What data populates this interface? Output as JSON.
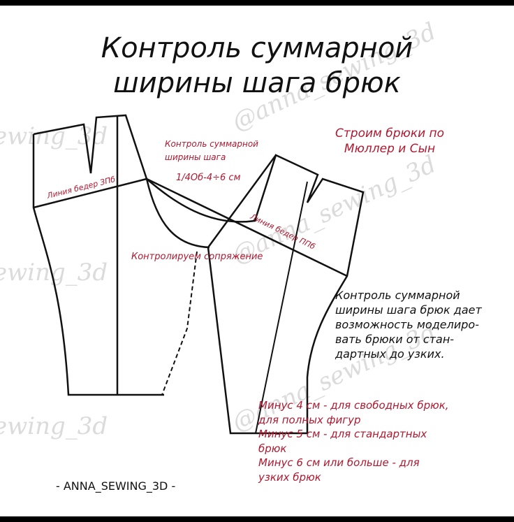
{
  "title_line1": "Контроль суммарной",
  "title_line2": "ширины шага брюк",
  "subtitle": [
    "Строим брюки по",
    "Мюллер и Сын"
  ],
  "control_label": [
    "Контроль суммарной",
    "ширины шага"
  ],
  "formula": "1/4Об-4÷6 см",
  "hip_line_back": "Линия бедер ЗПб",
  "hip_line_front": "Линия бедер ППб",
  "curve_label": "Контролируем сопряжение",
  "description": [
    "Контроль суммарной",
    "ширины шага брюк дает",
    "возможность моделиро-",
    "вать брюки от стан-",
    "дартных до узких."
  ],
  "notes": [
    "Минус 4 см - для свободных брюк,",
    "для полных фигур",
    "Минус 5 см - для стандартных",
    "брюк",
    "Минус 6 см или больше - для",
    "узких брюк"
  ],
  "footer": "- ANNA_SEWING_3D -",
  "watermark": "@anna_sewing_3d",
  "colors": {
    "accent": "#b0182f",
    "line": "#111111"
  }
}
